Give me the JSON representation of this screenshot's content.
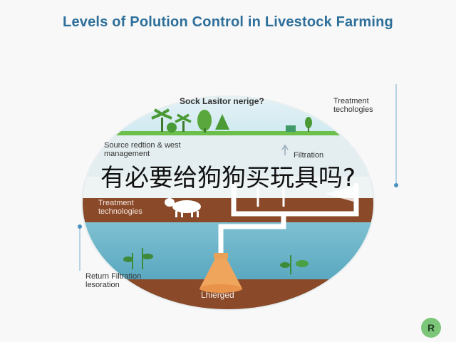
{
  "title": "Levels of Polution Control in Livestock Farming",
  "labels": {
    "center_question": "Sock Lasitor nerige?",
    "top_right": "Treatment techologies",
    "source_reduction": "Source redtion & west management",
    "filtration": "Filtration",
    "treatment_left": "Treatment technologies",
    "return_filtration": "Return Filtration lesoration",
    "unierged": "Lhierged"
  },
  "overlay_text": "有必要给狗狗买玩具吗?",
  "badge": "R",
  "colors": {
    "title": "#2d6f9a",
    "sky": "#cfe9f1",
    "water": "#6fb6cb",
    "soil": "#8a4a2a",
    "grass": "#6cbf4a",
    "accent": "#7cc67a"
  }
}
